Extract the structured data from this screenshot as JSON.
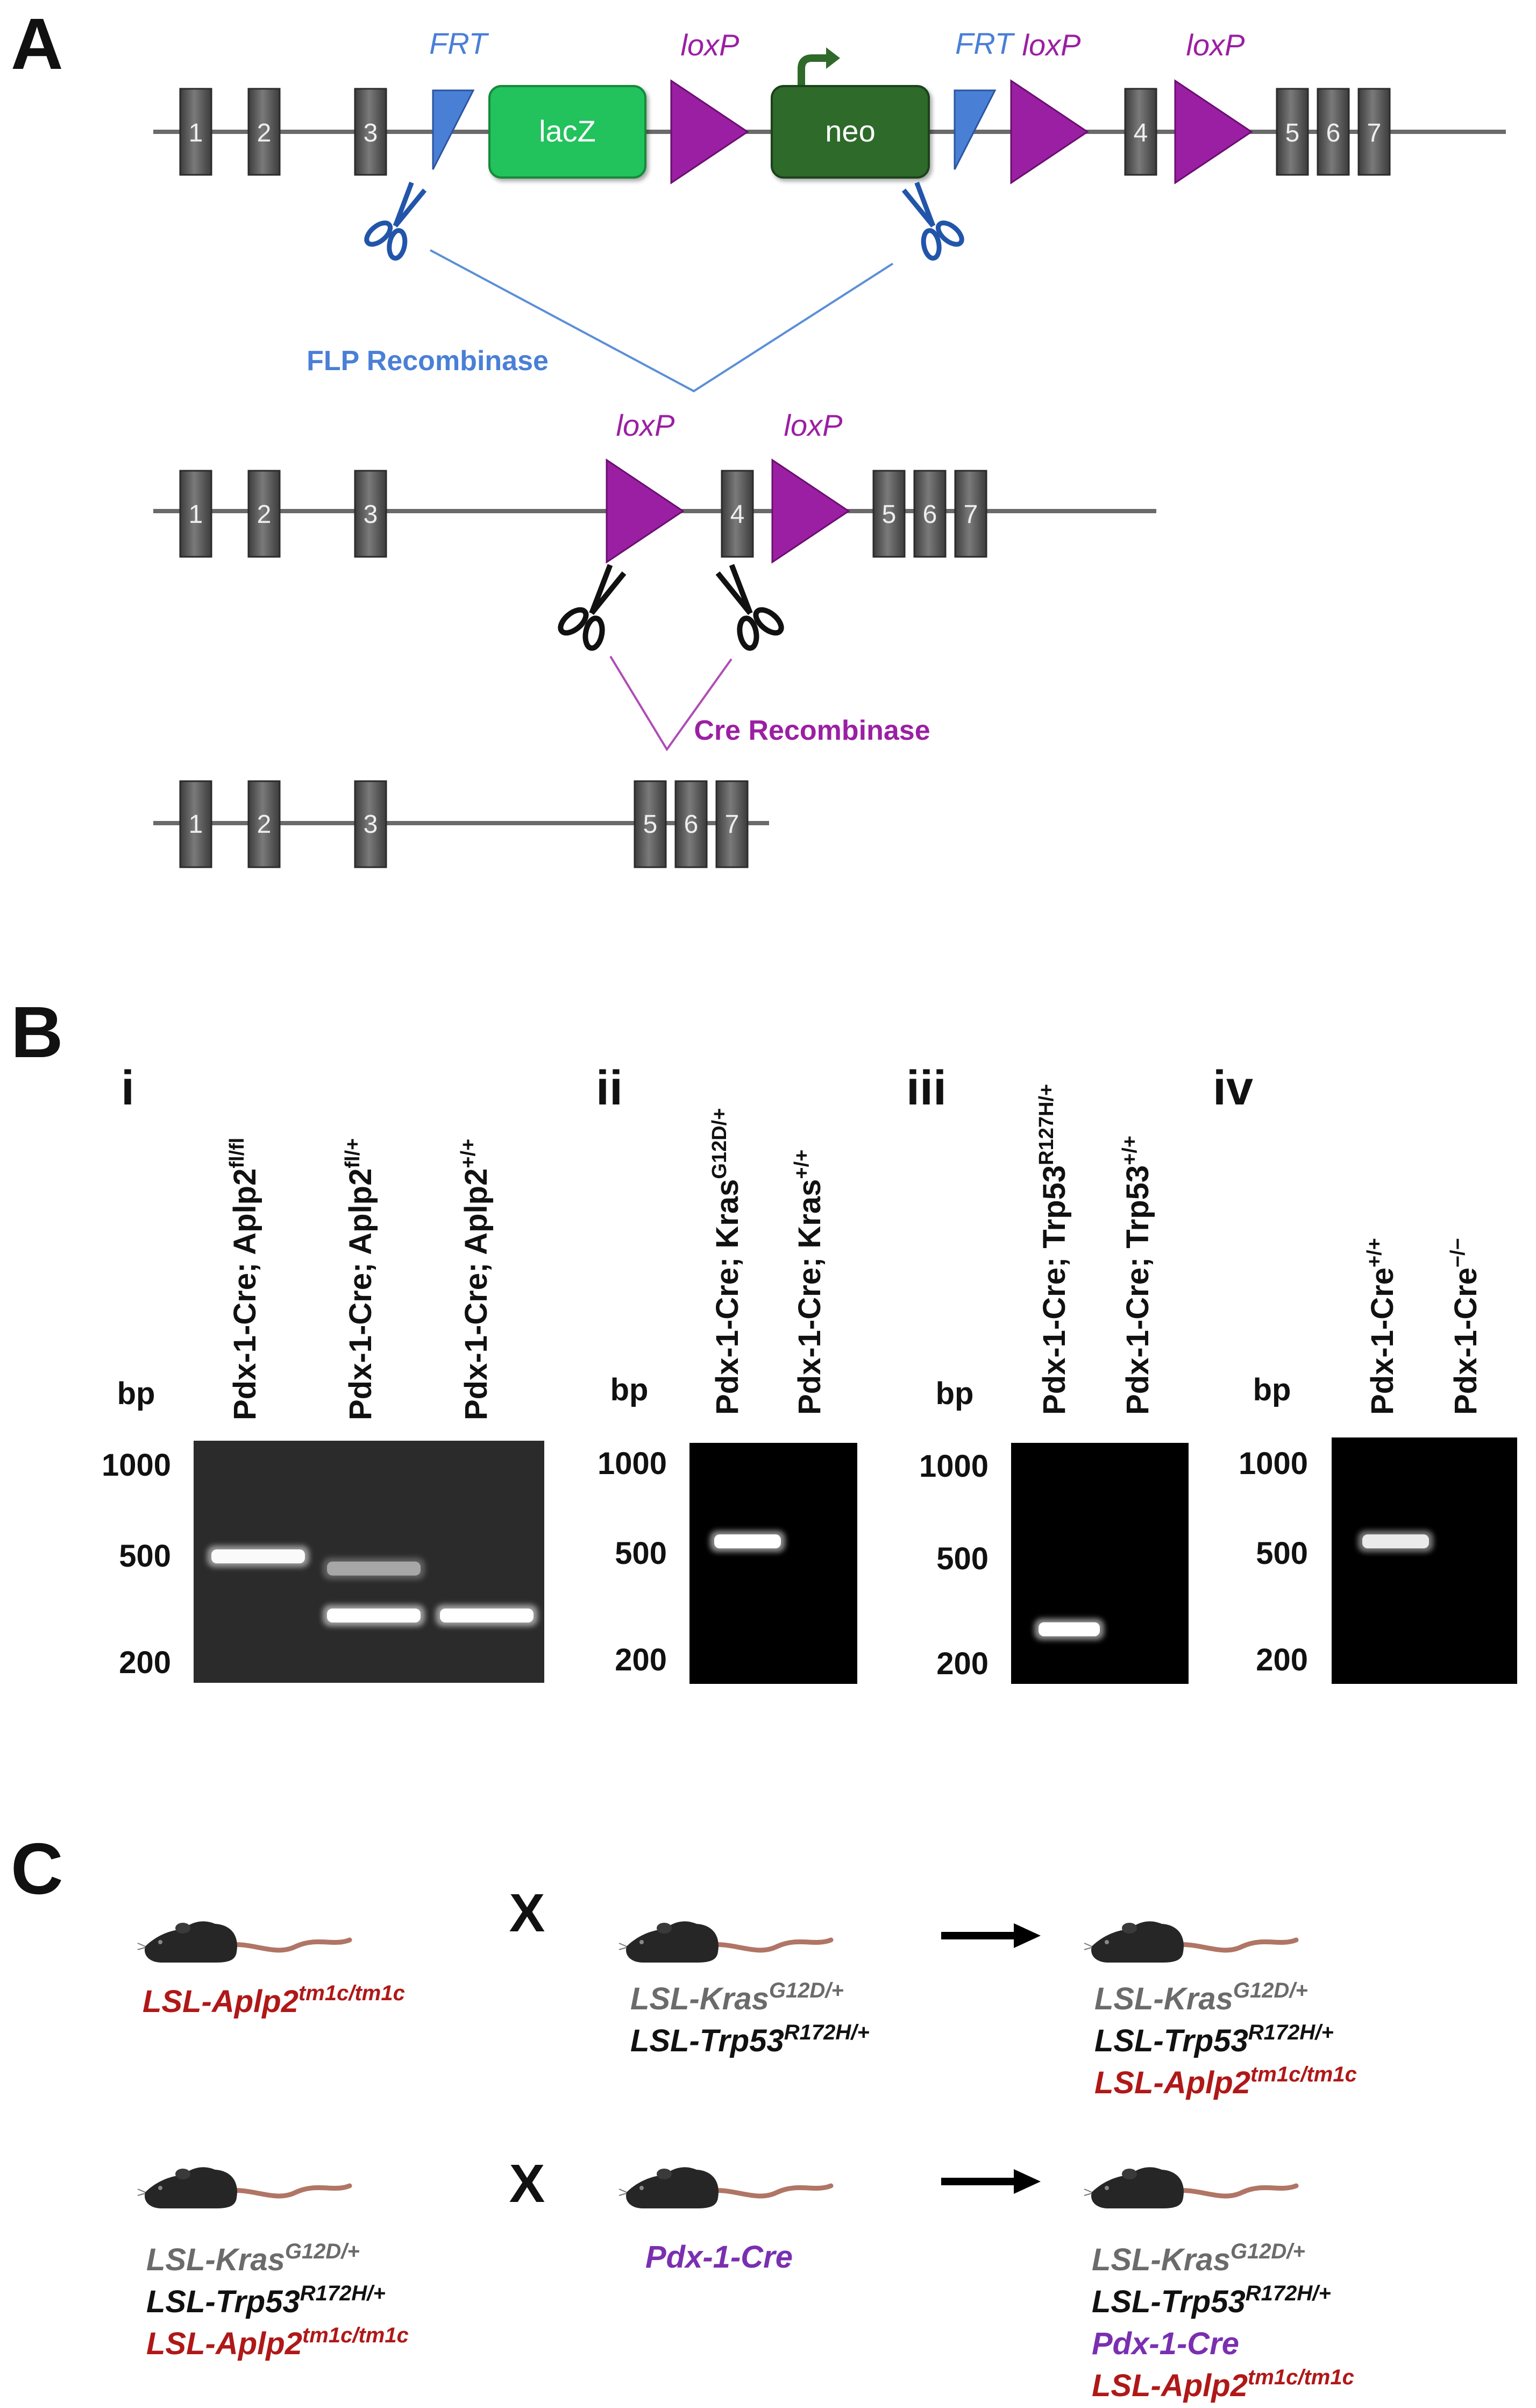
{
  "panel_a": {
    "letter": "A",
    "rows": [
      {
        "exons_left": [
          "1",
          "2",
          "3"
        ],
        "cassette": [
          {
            "kind": "frt",
            "label": "FRT"
          },
          {
            "kind": "box",
            "label": "lacZ",
            "color": "#21c25c"
          },
          {
            "kind": "loxp",
            "label": "loxP"
          },
          {
            "kind": "box",
            "label": "neo",
            "color": "#2f6a2b"
          },
          {
            "kind": "frt",
            "label": "FRT"
          },
          {
            "kind": "loxp",
            "label": "loxP"
          },
          {
            "kind": "exon",
            "label": "4"
          },
          {
            "kind": "loxp",
            "label": "loxP"
          }
        ],
        "exons_right": [
          "5",
          "6",
          "7"
        ]
      },
      {
        "exons_left": [
          "1",
          "2",
          "3"
        ],
        "cassette": [
          {
            "kind": "loxp",
            "label": "loxP"
          },
          {
            "kind": "exon",
            "label": "4"
          },
          {
            "kind": "loxp",
            "label": "loxP"
          }
        ],
        "exons_right": [
          "5",
          "6",
          "7"
        ]
      },
      {
        "exons_left": [
          "1",
          "2",
          "3"
        ],
        "cassette": [],
        "exons_right": [
          "5",
          "6",
          "7"
        ]
      }
    ],
    "flp_label": "FLP Recombinase",
    "cre_label": "Cre Recombinase",
    "colors": {
      "frt": "#4a7fd6",
      "loxp": "#9b1fa3",
      "exon": "#5b5b5b",
      "flp": "#4a7fd6",
      "cre": "#9b1fa3"
    }
  },
  "panel_b": {
    "letter": "B",
    "bp_label": "bp",
    "gels": [
      {
        "roman": "i",
        "lanes": [
          {
            "base": "Pdx-1-Cre; Aplp2",
            "sup": "fl/fl"
          },
          {
            "base": "Pdx-1-Cre; Aplp2",
            "sup": "fl/+"
          },
          {
            "base": "Pdx-1-Cre; Aplp2",
            "sup": "+/+"
          }
        ],
        "ladder": [
          "1000",
          "500",
          "200"
        ],
        "bands": [
          {
            "lane": 0,
            "bp": 500,
            "intensity": 0.95
          },
          {
            "lane": 1,
            "bp": 450,
            "intensity": 0.45
          },
          {
            "lane": 1,
            "bp": 300,
            "intensity": 1.0
          },
          {
            "lane": 2,
            "bp": 300,
            "intensity": 1.0
          }
        ]
      },
      {
        "roman": "ii",
        "lanes": [
          {
            "base": "Pdx-1-Cre; Kras",
            "sup": "G12D/+"
          },
          {
            "base": "Pdx-1-Cre; Kras",
            "sup": "+/+"
          }
        ],
        "ladder": [
          "1000",
          "500",
          "200"
        ],
        "bands": [
          {
            "lane": 0,
            "bp": 550,
            "intensity": 1.0
          }
        ]
      },
      {
        "roman": "iii",
        "lanes": [
          {
            "base": "Pdx-1-Cre; Trp53",
            "sup": "R127H/+"
          },
          {
            "base": "Pdx-1-Cre; Trp53",
            "sup": "+/+"
          }
        ],
        "ladder": [
          "1000",
          "500",
          "200"
        ],
        "bands": [
          {
            "lane": 0,
            "bp": 270,
            "intensity": 1.0
          }
        ]
      },
      {
        "roman": "iv",
        "lanes": [
          {
            "base": "Pdx-1-Cre",
            "sup": "+/+"
          },
          {
            "base": "Pdx-1-Cre",
            "sup": "−/−"
          }
        ],
        "ladder": [
          "1000",
          "500",
          "200"
        ],
        "bands": [
          {
            "lane": 0,
            "bp": 550,
            "intensity": 0.85
          }
        ]
      }
    ]
  },
  "panel_c": {
    "letter": "C",
    "cross_symbol": "X",
    "colors": {
      "kras": "#6b6b6b",
      "trp53": "#111111",
      "aplp2": "#b01818",
      "cre": "#7a2fb0",
      "mouse": "#262626",
      "tail": "#b07565"
    },
    "crosses": [
      {
        "parent1": [
          {
            "base": "LSL-Aplp2",
            "sup": "tm1c/tm1c",
            "color": "aplp2"
          }
        ],
        "parent2": [
          {
            "base": "LSL-Kras",
            "sup": "G12D/+",
            "color": "kras"
          },
          {
            "base": "LSL-Trp53",
            "sup": "R172H/+",
            "color": "trp53"
          }
        ],
        "offspring": [
          {
            "base": "LSL-Kras",
            "sup": "G12D/+",
            "color": "kras"
          },
          {
            "base": "LSL-Trp53",
            "sup": "R172H/+",
            "color": "trp53"
          },
          {
            "base": "LSL-Aplp2",
            "sup": "tm1c/tm1c",
            "color": "aplp2"
          }
        ]
      },
      {
        "parent1": [
          {
            "base": "LSL-Kras",
            "sup": "G12D/+",
            "color": "kras"
          },
          {
            "base": "LSL-Trp53",
            "sup": "R172H/+",
            "color": "trp53"
          },
          {
            "base": "LSL-Aplp2",
            "sup": "tm1c/tm1c",
            "color": "aplp2"
          }
        ],
        "parent2": [
          {
            "base": "Pdx-1-Cre",
            "sup": "",
            "color": "cre"
          }
        ],
        "offspring": [
          {
            "base": "LSL-Kras",
            "sup": "G12D/+",
            "color": "kras"
          },
          {
            "base": "LSL-Trp53",
            "sup": "R172H/+",
            "color": "trp53"
          },
          {
            "base": "Pdx-1-Cre",
            "sup": "",
            "color": "cre"
          },
          {
            "base": "LSL-Aplp2",
            "sup": "tm1c/tm1c",
            "color": "aplp2"
          }
        ]
      }
    ]
  }
}
